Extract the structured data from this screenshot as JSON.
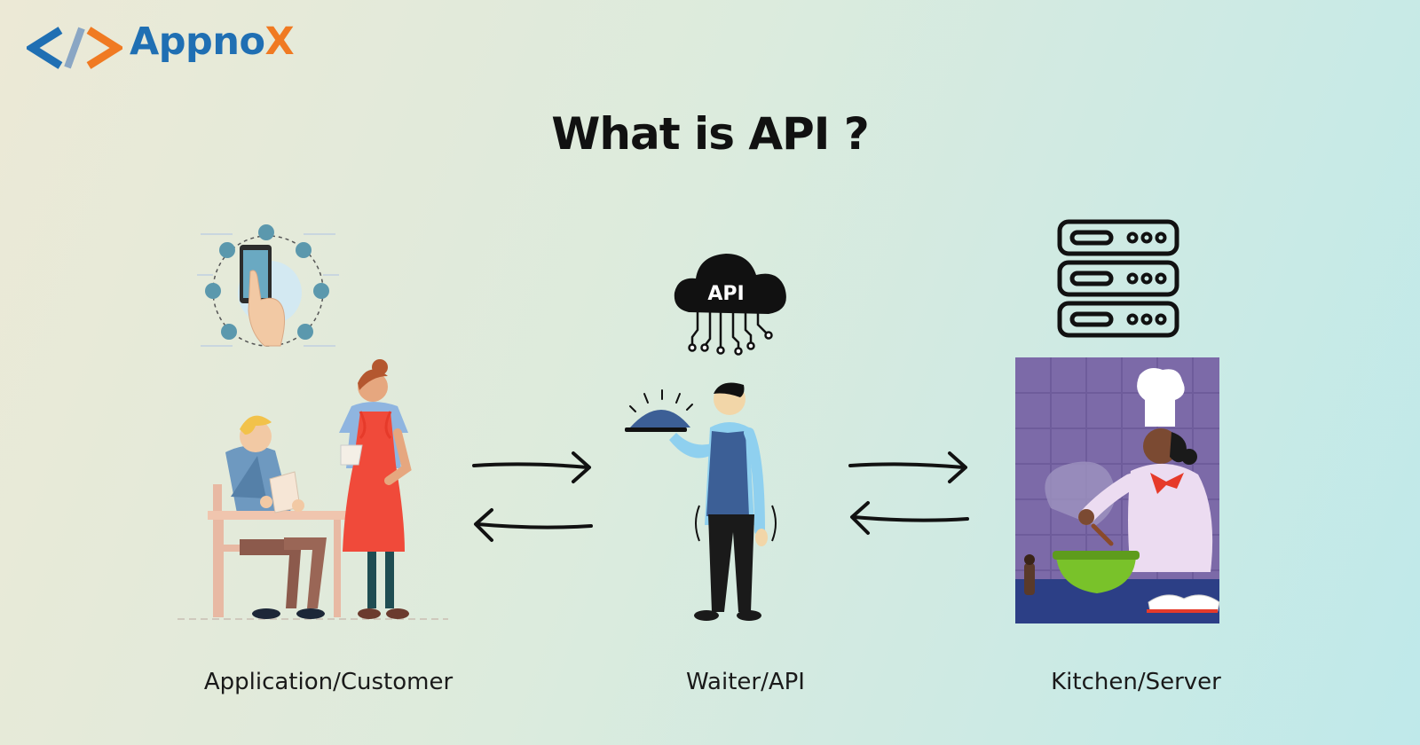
{
  "brand": {
    "name_main": "Appno",
    "name_accent": "X",
    "primary_color": "#1f6fb3",
    "accent_color": "#f07a22"
  },
  "title": "What is API ?",
  "nodes": [
    {
      "id": "customer",
      "caption": "Application/Customer"
    },
    {
      "id": "waiter",
      "caption": "Waiter/API",
      "cloud_label": "API"
    },
    {
      "id": "kitchen",
      "caption": "Kitchen/Server"
    }
  ],
  "icons": [
    "code-brackets-icon",
    "smartphone-touch-icon",
    "api-cloud-icon",
    "server-rack-icon"
  ]
}
